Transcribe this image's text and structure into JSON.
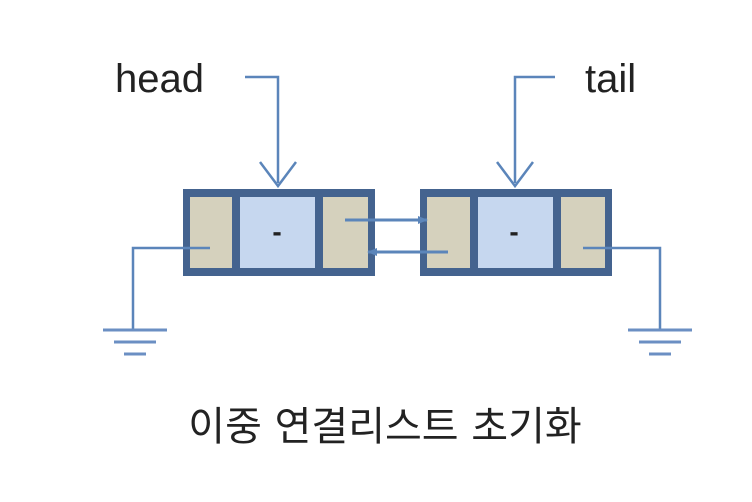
{
  "diagram": {
    "pointers": {
      "head": "head",
      "tail": "tail"
    },
    "nodes": [
      {
        "data": "-"
      },
      {
        "data": "-"
      }
    ],
    "caption": "이중 연결리스트 초기화"
  },
  "colors": {
    "node_border": "#44638f",
    "link_field": "#d5d1bd",
    "data_field": "#c6d7ef",
    "line": "#5b85ba",
    "ground": "#6b8fc3",
    "text": "#222222"
  }
}
